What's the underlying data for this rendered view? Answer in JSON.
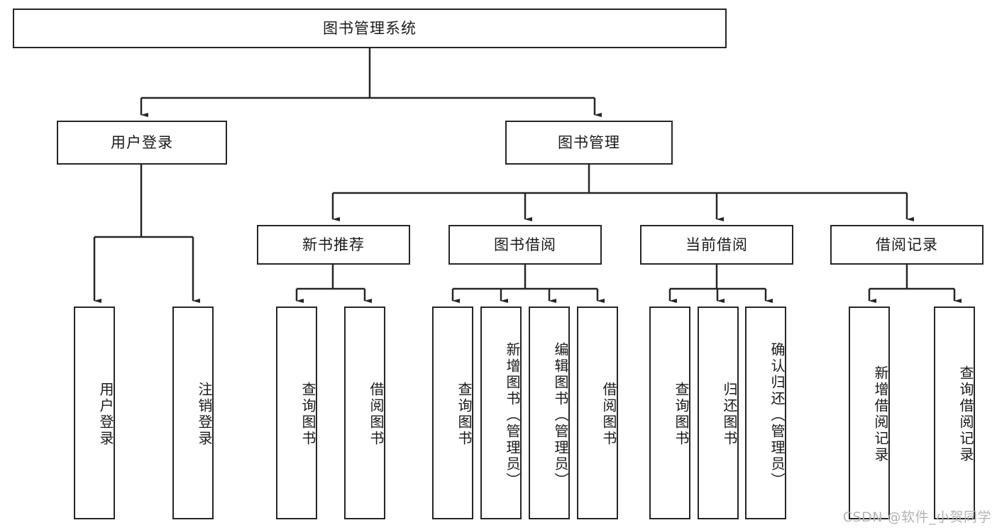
{
  "diagram": {
    "title": "图书管理系统",
    "type": "tree-hierarchy-chart",
    "root": {
      "label": "图书管理系统"
    },
    "level2": [
      {
        "label": "用户登录"
      },
      {
        "label": "图书管理"
      }
    ],
    "level3": [
      {
        "label": "新书推荐"
      },
      {
        "label": "图书借阅"
      },
      {
        "label": "当前借阅"
      },
      {
        "label": "借阅记录"
      }
    ],
    "leaves": {
      "user_login": [
        {
          "label": "用户登录"
        },
        {
          "label": "注销登录"
        }
      ],
      "new_book_recommend": [
        {
          "label": "查询图书"
        },
        {
          "label": "借阅图书"
        }
      ],
      "book_borrow": [
        {
          "label": "查询图书"
        },
        {
          "label": "新增图书（管理员）"
        },
        {
          "label": "编辑图书（管理员）"
        },
        {
          "label": "借阅图书"
        }
      ],
      "current_borrow": [
        {
          "label": "查询图书"
        },
        {
          "label": "归还图书"
        },
        {
          "label": "确认归还（管理员）"
        }
      ],
      "borrow_record": [
        {
          "label": "新增借阅记录"
        },
        {
          "label": "查询借阅记录"
        }
      ]
    }
  },
  "watermark": {
    "text": "CSDN @软件_小贺同学"
  },
  "colors": {
    "stroke": "#262626",
    "text": "#1a1a1a",
    "background": "#ffffff",
    "watermark": "#b3b3b3"
  }
}
